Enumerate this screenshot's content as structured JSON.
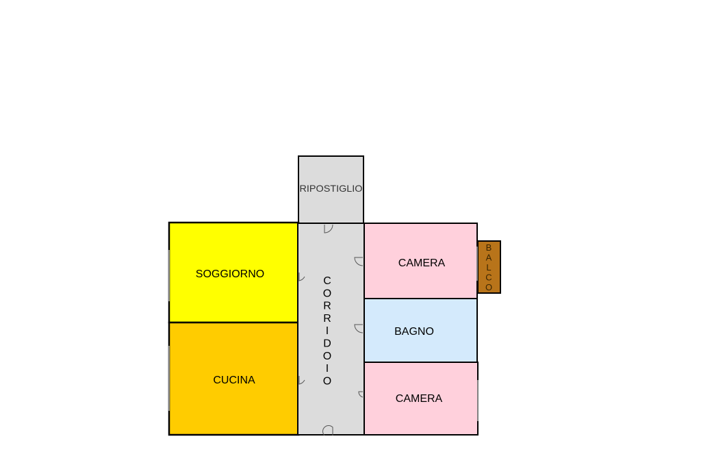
{
  "rooms": {
    "ripostiglio": {
      "label": "RIPOSTIGLIO",
      "color": "#dcdcdc"
    },
    "soggiorno": {
      "label": "SOGGIORNO",
      "color": "#ffff00"
    },
    "cucina": {
      "label": "CUCINA",
      "color": "#ffcc00"
    },
    "corridoio": {
      "label": "CORRIDOIO",
      "letters": [
        "C",
        "O",
        "R",
        "R",
        "I",
        "D",
        "O",
        "I",
        "O"
      ],
      "color": "#dcdcdc"
    },
    "camera_1": {
      "label": "CAMERA",
      "color": "#ffd0dc"
    },
    "bagno": {
      "label": "BAGNO",
      "color": "#d4eafc"
    },
    "camera_2": {
      "label": "CAMERA",
      "color": "#ffd0dc"
    },
    "balco": {
      "label": "BALCO",
      "letters": [
        "B",
        "A",
        "L",
        "C",
        "O"
      ],
      "color": "#b8741a"
    }
  },
  "wall_color": "#000000"
}
